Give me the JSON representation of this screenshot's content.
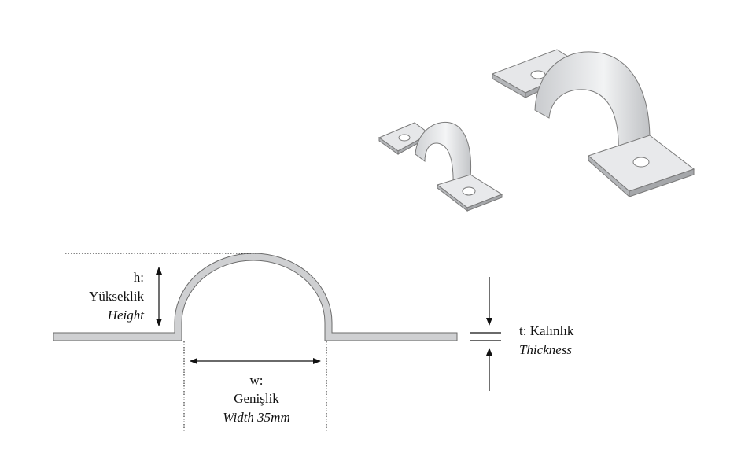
{
  "height_label": {
    "symbol": "h:",
    "tr": "Yükseklik",
    "en": "Height"
  },
  "width_label": {
    "symbol": "w:",
    "tr": "Genişlik",
    "en": "Width 35mm"
  },
  "thickness_label": {
    "symbol_tr": "t: Kalınlık",
    "en": "Thickness"
  },
  "colors": {
    "profile_fill": "#cfd0d2",
    "profile_stroke": "#6b6b6b",
    "line": "#111111",
    "clamp_face": "#e3e4e6",
    "clamp_shadow": "#b9bbbe"
  }
}
